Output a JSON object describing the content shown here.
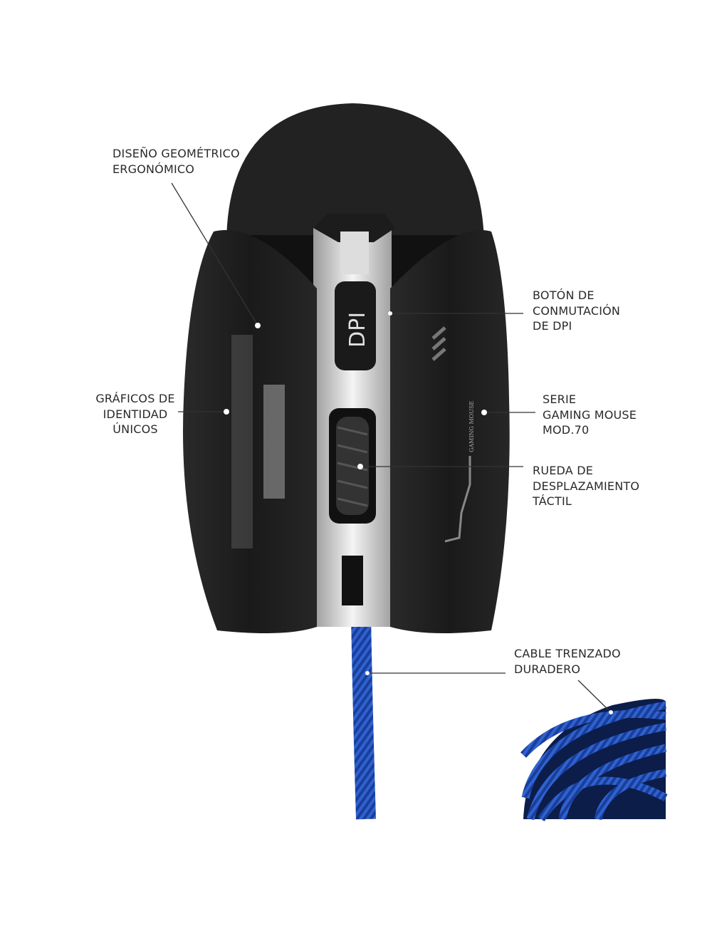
{
  "callouts": {
    "design": {
      "lines": [
        "DISEÑO GEOMÉTRICO",
        "ERGONÓMICO"
      ]
    },
    "graphics": {
      "lines": [
        "GRÁFICOS DE",
        "IDENTIDAD",
        "ÚNICOS"
      ]
    },
    "dpi": {
      "lines": [
        "BOTÓN DE",
        "CONMUTACIÓN",
        "DE DPI"
      ]
    },
    "series": {
      "lines": [
        "SERIE",
        "GAMING MOUSE",
        "MOD.70"
      ]
    },
    "wheel": {
      "lines": [
        "RUEDA DE",
        "DESPLAZAMIENTO",
        "TÁCTIL"
      ]
    },
    "cable": {
      "lines": [
        "CABLE TRENZADO",
        "DURADERO"
      ]
    }
  },
  "product": {
    "dpi_button_text": "DPI",
    "side_print": "GAMING MOUSE"
  },
  "colors": {
    "mouse_body": "#1e1e1e",
    "cable": "#1f4fb5",
    "text": "#2a2a2a"
  }
}
